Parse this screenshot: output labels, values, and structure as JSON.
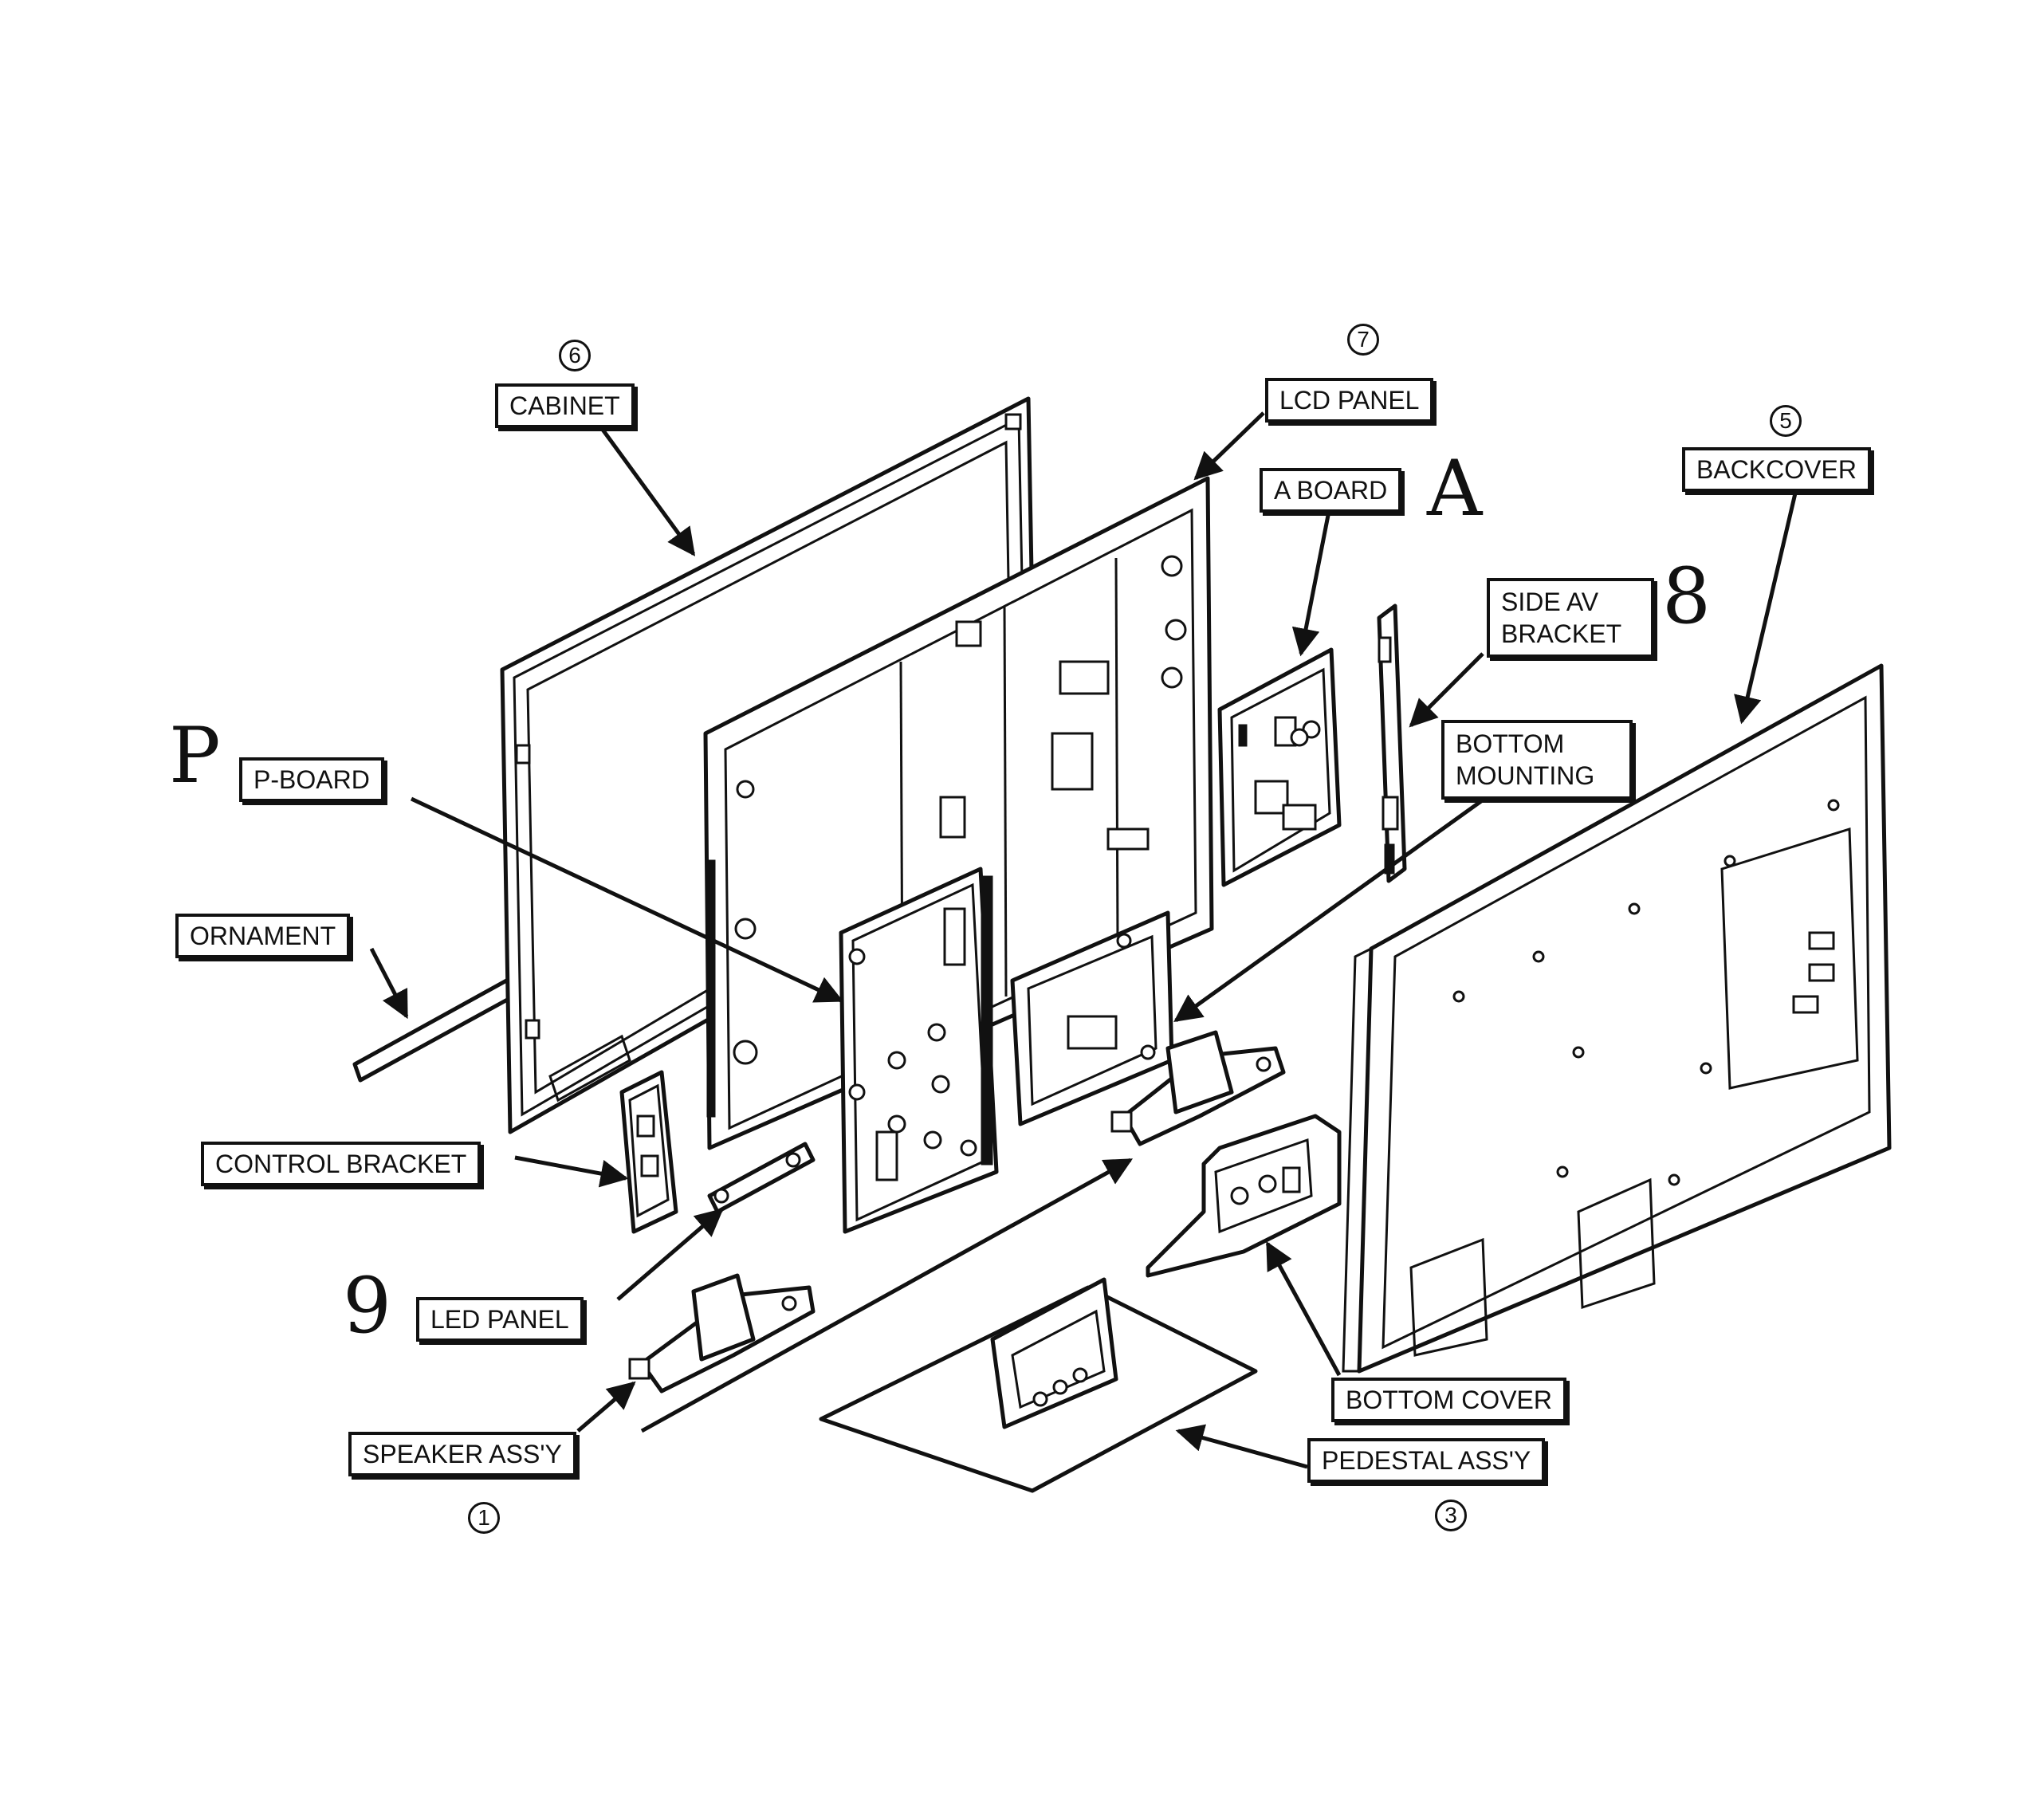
{
  "diagram": {
    "labels": {
      "cabinet": "CABINET",
      "lcd_panel": "LCD PANEL",
      "a_board": "A BOARD",
      "backcover": "BACKCOVER",
      "side_av_bracket": "SIDE AV BRACKET",
      "bottom_mounting": "BOTTOM MOUNTING",
      "p_board": "P-BOARD",
      "ornament": "ORNAMENT",
      "control_bracket": "CONTROL BRACKET",
      "led_panel": "LED PANEL",
      "speaker_assy": "SPEAKER ASS'Y",
      "bottom_cover": "BOTTOM COVER",
      "pedestal_assy": "PEDESTAL ASS'Y"
    },
    "numbers": {
      "cabinet": "6",
      "lcd_panel": "7",
      "backcover": "5",
      "speaker_assy": "1",
      "pedestal_assy": "3"
    },
    "handwritten": {
      "p_board": "P",
      "a_board": "A",
      "side_av_bracket": "8",
      "led_panel": "9"
    }
  }
}
